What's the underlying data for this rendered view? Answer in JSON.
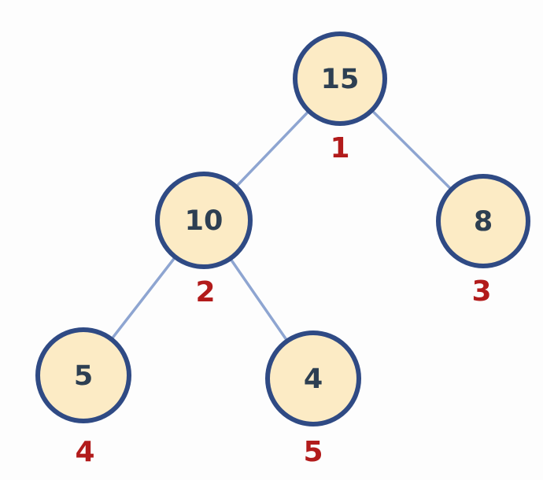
{
  "colors": {
    "node_fill": "#fcebc5",
    "node_border": "#2f4a84",
    "edge": "#8ea5d1",
    "value_text": "#2d3f52",
    "index_text": "#b21b1b"
  },
  "nodes": [
    {
      "id": "n1",
      "value": "15",
      "index": "1"
    },
    {
      "id": "n2",
      "value": "10",
      "index": "2"
    },
    {
      "id": "n3",
      "value": "8",
      "index": "3"
    },
    {
      "id": "n4",
      "value": "5",
      "index": "4"
    },
    {
      "id": "n5",
      "value": "4",
      "index": "5"
    }
  ],
  "edges": [
    {
      "from": "n1",
      "to": "n2"
    },
    {
      "from": "n1",
      "to": "n3"
    },
    {
      "from": "n2",
      "to": "n4"
    },
    {
      "from": "n2",
      "to": "n5"
    }
  ]
}
